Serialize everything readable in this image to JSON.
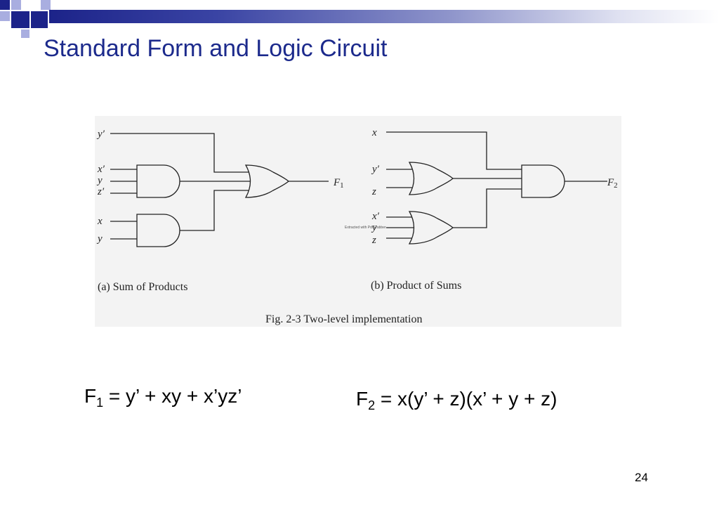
{
  "slide": {
    "title": "Standard Form and Logic Circuit",
    "page_number": "24"
  },
  "colors": {
    "title": "#1c2a8c",
    "accent_dark": "#1c2389",
    "accent_light": "#a9aee0"
  },
  "figure": {
    "caption_a": "(a) Sum of Products",
    "caption_b": "(b) Product of Sums",
    "caption": "Fig. 2-3 Two-level implementation",
    "watermark": "Extracted with PdfGrabber",
    "circuit_a": {
      "inputs_top": "y′",
      "inputs_and1": [
        "x′",
        "y",
        "z′"
      ],
      "inputs_and2": [
        "x",
        "y"
      ],
      "output": "F",
      "output_sub": "1"
    },
    "circuit_b": {
      "inputs_top": "x",
      "inputs_or1": [
        "y′",
        "z"
      ],
      "inputs_or2": [
        "x′",
        "y",
        "z"
      ],
      "output": "F",
      "output_sub": "2"
    }
  },
  "equations": {
    "f1_var": "F",
    "f1_sub": "1",
    "f1_expr": " = y’ + xy + x’yz’",
    "f2_var": "F",
    "f2_sub": "2",
    "f2_expr": " = x(y’ + z)(x’ + y + z)"
  }
}
